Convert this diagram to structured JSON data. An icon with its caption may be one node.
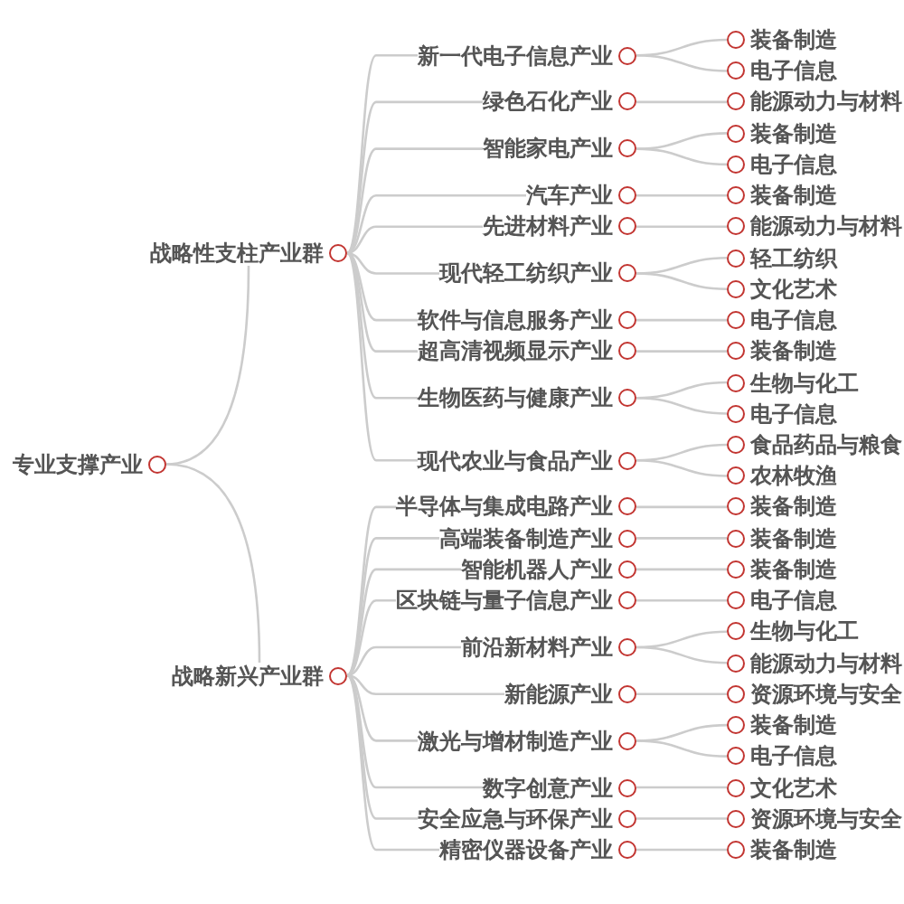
{
  "diagram": {
    "nodes": [
      {
        "text": [
          "专业支撑产业"
        ]
      },
      {
        "text": [
          "战略性支柱产业群"
        ]
      },
      {
        "text": [
          "新一代电子信息产业"
        ]
      },
      {
        "text": [
          "绿色石化产业"
        ]
      },
      {
        "text": [
          "智能家电产业"
        ]
      },
      {
        "text": [
          "汽车产业"
        ]
      },
      {
        "text": [
          "先进材料产业"
        ]
      },
      {
        "text": [
          "现代轻工纺织产业"
        ]
      },
      {
        "text": [
          "软件与信息服务产业"
        ]
      },
      {
        "text": [
          "超高清视频显示产业"
        ]
      },
      {
        "text": [
          "生物医药与健康产业"
        ]
      },
      {
        "text": [
          "现代农业与食品产业"
        ]
      },
      {
        "text": [
          "战略新兴产业群"
        ]
      },
      {
        "text": [
          "半导体与集成电路产业"
        ]
      },
      {
        "text": [
          "高端装备制造产业"
        ]
      },
      {
        "text": [
          "智能机器人产业"
        ]
      },
      {
        "text": [
          "区块链与量子信息产业"
        ]
      },
      {
        "text": [
          "前沿新材料产业"
        ]
      },
      {
        "text": [
          "新能源产业"
        ]
      },
      {
        "text": [
          "激光与增材制造产业"
        ]
      },
      {
        "text": [
          "数字创意产业"
        ]
      },
      {
        "text": [
          "安全应急与环保产业"
        ]
      },
      {
        "text": [
          "精密仪器设备产业"
        ]
      },
      {
        "text": [
          "装备制造"
        ]
      },
      {
        "text": [
          "电子信息"
        ]
      },
      {
        "text": [
          "能源动力与材料"
        ]
      },
      {
        "text": [
          "装备制造"
        ]
      },
      {
        "text": [
          "电子信息"
        ]
      },
      {
        "text": [
          "装备制造"
        ]
      },
      {
        "text": [
          "能源动力与材料"
        ]
      },
      {
        "text": [
          "轻工纺织"
        ]
      },
      {
        "text": [
          "文化艺术"
        ]
      },
      {
        "text": [
          "电子信息"
        ]
      },
      {
        "text": [
          "装备制造"
        ]
      },
      {
        "text": [
          "生物与化工"
        ]
      },
      {
        "text": [
          "电子信息"
        ]
      },
      {
        "text": [
          "食品药品与粮食"
        ]
      },
      {
        "text": [
          "农林牧渔"
        ]
      },
      {
        "text": [
          "装备制造"
        ]
      },
      {
        "text": [
          "装备制造"
        ]
      },
      {
        "text": [
          "装备制造"
        ]
      },
      {
        "text": [
          "电子信息"
        ]
      },
      {
        "text": [
          "生物与化工"
        ]
      },
      {
        "text": [
          "能源动力与材料"
        ]
      },
      {
        "text": [
          "资源环境与安全"
        ]
      },
      {
        "text": [
          "装备制造"
        ]
      },
      {
        "text": [
          "电子信息"
        ]
      },
      {
        "text": [
          "文化艺术"
        ]
      },
      {
        "text": [
          "资源环境与安全"
        ]
      },
      {
        "text": [
          "装备制造"
        ]
      }
    ],
    "edges": [
      {
        "from": 0,
        "to": 1,
        "arrow": "none"
      },
      {
        "from": 0,
        "to": 12,
        "arrow": "none"
      },
      {
        "from": 1,
        "to": 2,
        "arrow": "none"
      },
      {
        "from": 1,
        "to": 3,
        "arrow": "none"
      },
      {
        "from": 1,
        "to": 4,
        "arrow": "none"
      },
      {
        "from": 1,
        "to": 5,
        "arrow": "none"
      },
      {
        "from": 1,
        "to": 6,
        "arrow": "none"
      },
      {
        "from": 1,
        "to": 7,
        "arrow": "none"
      },
      {
        "from": 1,
        "to": 8,
        "arrow": "none"
      },
      {
        "from": 1,
        "to": 9,
        "arrow": "none"
      },
      {
        "from": 1,
        "to": 10,
        "arrow": "none"
      },
      {
        "from": 1,
        "to": 11,
        "arrow": "none"
      },
      {
        "from": 12,
        "to": 13,
        "arrow": "none"
      },
      {
        "from": 12,
        "to": 14,
        "arrow": "none"
      },
      {
        "from": 12,
        "to": 15,
        "arrow": "none"
      },
      {
        "from": 12,
        "to": 16,
        "arrow": "none"
      },
      {
        "from": 12,
        "to": 17,
        "arrow": "none"
      },
      {
        "from": 12,
        "to": 18,
        "arrow": "none"
      },
      {
        "from": 12,
        "to": 19,
        "arrow": "none"
      },
      {
        "from": 12,
        "to": 20,
        "arrow": "none"
      },
      {
        "from": 12,
        "to": 21,
        "arrow": "none"
      },
      {
        "from": 12,
        "to": 22,
        "arrow": "none"
      },
      {
        "from": 2,
        "to": 23,
        "arrow": "none"
      },
      {
        "from": 2,
        "to": 24,
        "arrow": "none"
      },
      {
        "from": 3,
        "to": 25,
        "arrow": "none"
      },
      {
        "from": 4,
        "to": 26,
        "arrow": "none"
      },
      {
        "from": 4,
        "to": 27,
        "arrow": "none"
      },
      {
        "from": 5,
        "to": 28,
        "arrow": "none"
      },
      {
        "from": 6,
        "to": 29,
        "arrow": "none"
      },
      {
        "from": 7,
        "to": 30,
        "arrow": "none"
      },
      {
        "from": 7,
        "to": 31,
        "arrow": "none"
      },
      {
        "from": 8,
        "to": 32,
        "arrow": "none"
      },
      {
        "from": 9,
        "to": 33,
        "arrow": "none"
      },
      {
        "from": 10,
        "to": 34,
        "arrow": "none"
      },
      {
        "from": 10,
        "to": 35,
        "arrow": "none"
      },
      {
        "from": 11,
        "to": 36,
        "arrow": "none"
      },
      {
        "from": 11,
        "to": 37,
        "arrow": "none"
      },
      {
        "from": 13,
        "to": 38,
        "arrow": "none"
      },
      {
        "from": 14,
        "to": 39,
        "arrow": "none"
      },
      {
        "from": 15,
        "to": 40,
        "arrow": "none"
      },
      {
        "from": 16,
        "to": 41,
        "arrow": "none"
      },
      {
        "from": 17,
        "to": 42,
        "arrow": "none"
      },
      {
        "from": 17,
        "to": 43,
        "arrow": "none"
      },
      {
        "from": 18,
        "to": 44,
        "arrow": "none"
      },
      {
        "from": 19,
        "to": 45,
        "arrow": "none"
      },
      {
        "from": 19,
        "to": 46,
        "arrow": "none"
      },
      {
        "from": 20,
        "to": 47,
        "arrow": "none"
      },
      {
        "from": 21,
        "to": 48,
        "arrow": "none"
      },
      {
        "from": 22,
        "to": 49,
        "arrow": "none"
      }
    ]
  }
}
